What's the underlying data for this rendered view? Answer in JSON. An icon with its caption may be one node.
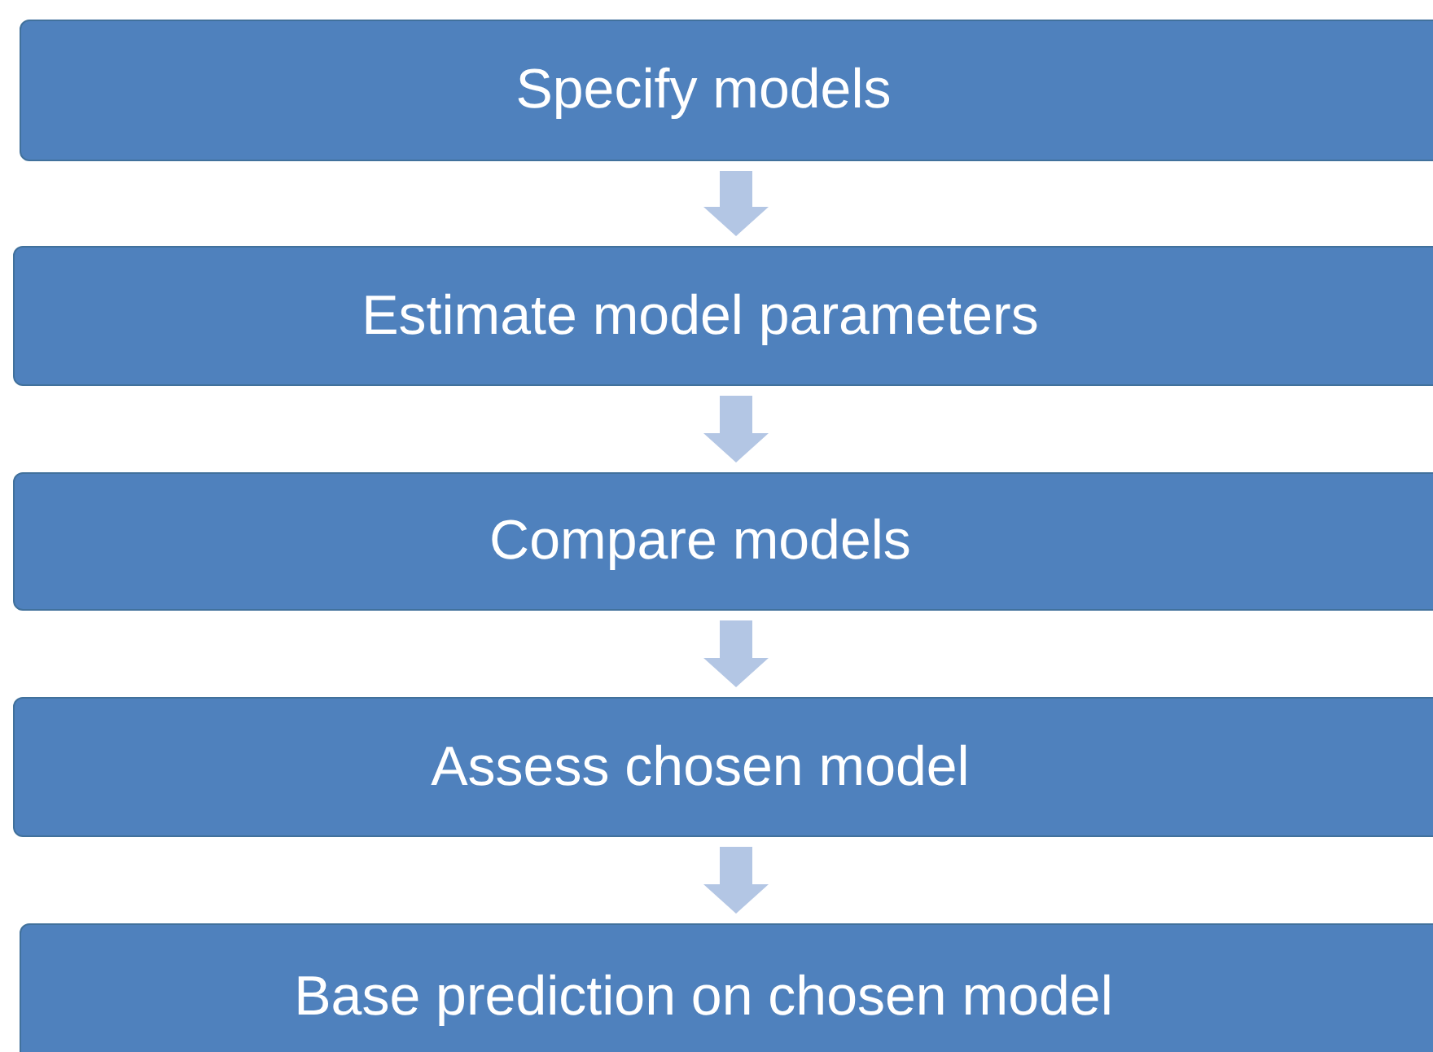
{
  "diagram": {
    "nodes": [
      {
        "text": [
          "Specify models"
        ]
      },
      {
        "text": [
          "Estimate model parameters"
        ]
      },
      {
        "text": [
          "Compare models"
        ]
      },
      {
        "text": [
          "Assess chosen model"
        ]
      },
      {
        "text": [
          "Base prediction on chosen model"
        ]
      }
    ],
    "edges": [
      {
        "from": 0,
        "to": 1,
        "arrow": "to"
      },
      {
        "from": 1,
        "to": 2,
        "arrow": "to"
      },
      {
        "from": 2,
        "to": 3,
        "arrow": "to"
      },
      {
        "from": 3,
        "to": 4,
        "arrow": "to"
      }
    ]
  }
}
